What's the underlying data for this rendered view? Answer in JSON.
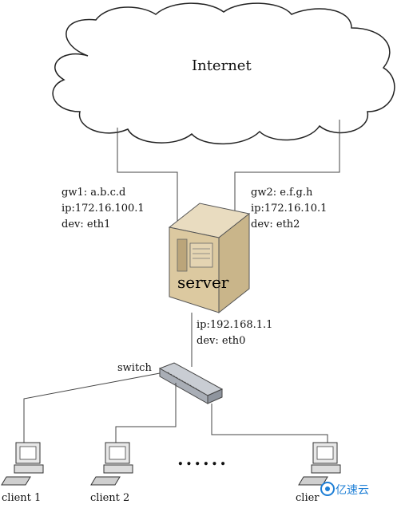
{
  "internet_label": "Internet",
  "server_label": "server",
  "switch_label": "switch",
  "gw1": {
    "line1": "gw1: a.b.c.d",
    "line2": "ip:172.16.100.1",
    "line3": "dev: eth1"
  },
  "gw2": {
    "line1": "gw2: e.f.g.h",
    "line2": "ip:172.16.10.1",
    "line3": "dev: eth2"
  },
  "eth0": {
    "line1": "ip:192.168.1.1",
    "line2": "dev: eth0"
  },
  "clients": [
    "client 1",
    "client 2",
    "clier"
  ],
  "ellipsis": "......",
  "watermark": "亿速云"
}
